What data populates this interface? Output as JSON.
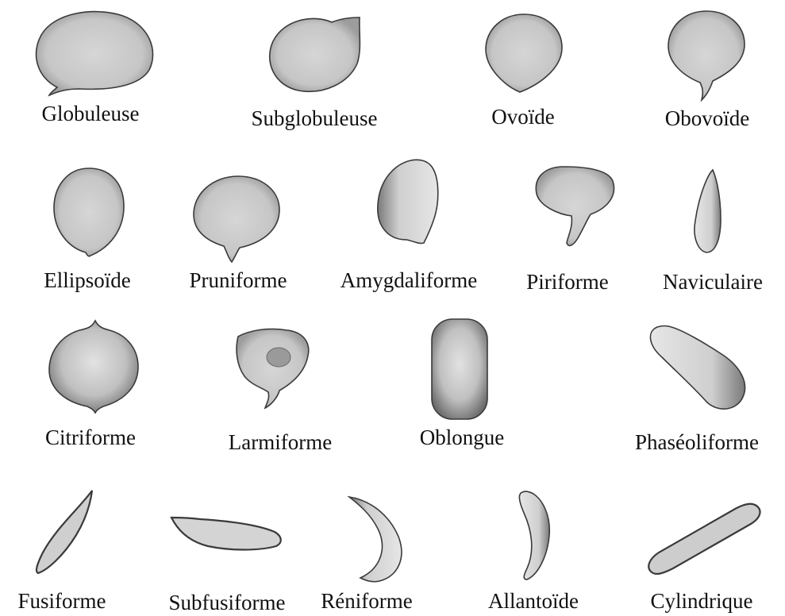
{
  "colors": {
    "background": "#ffffff",
    "spore_fill": "#c8c8c8",
    "spore_outline": "#3a3a3a",
    "spore_dark": "#8a8a8a",
    "hilum": "#9a9a9a",
    "text": "#111111"
  },
  "shapes": {
    "globuleuse": "Globuleuse",
    "subglobuleuse": "Subglobuleuse",
    "ovoide": "Ovoïde",
    "obovoide": "Obovoïde",
    "ellipsoide": "Ellipsoïde",
    "pruniforme": "Pruniforme",
    "amygdaliforme": "Amygdaliforme",
    "piriforme": "Piriforme",
    "naviculaire": "Naviculaire",
    "citriforme": "Citriforme",
    "larmiforme": "Larmiforme",
    "oblongue": "Oblongue",
    "phaseoliforme": "Phaséoliforme",
    "fusiforme": "Fusiforme",
    "subfusiforme": "Subfusiforme",
    "reniforme": "Réniforme",
    "allantoide": "Allantoïde",
    "cylindrique": "Cylindrique"
  }
}
